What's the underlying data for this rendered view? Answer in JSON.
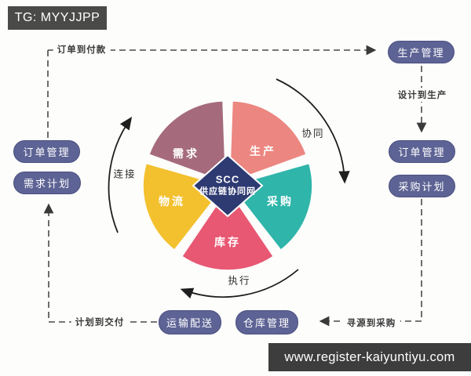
{
  "banners": {
    "top": {
      "text": "TG: MYYJJPP",
      "bg": "#4a4a48"
    },
    "bottom": {
      "text": "www.register-kaiyuntiyu.com",
      "bg": "#3d3d3d"
    }
  },
  "wheel": {
    "hub": {
      "line1": "SCC",
      "line2": "供应链协同网",
      "color": "#2e3a72"
    },
    "segments": {
      "demand": {
        "label": "需求",
        "color": "#a56b7c"
      },
      "production": {
        "label": "生产",
        "color": "#ec8680"
      },
      "procurement": {
        "label": "采购",
        "color": "#2fb5aa"
      },
      "inventory": {
        "label": "库存",
        "color": "#e85873"
      },
      "logistics": {
        "label": "物流",
        "color": "#f3c02e"
      }
    },
    "phases": {
      "collaborate": "协同",
      "connect": "连接",
      "execute": "执行"
    }
  },
  "nodes": {
    "production_mgmt": "生产管理",
    "order_mgmt_right": "订单管理",
    "procurement_plan": "采购计划",
    "order_mgmt_left": "订单管理",
    "demand_plan": "需求计划",
    "transport_delivery": "运输配送",
    "warehouse_mgmt": "仓库管理"
  },
  "flows": {
    "order_to_payment": "订单到付款",
    "design_to_production": "设计到生产",
    "source_to_procurement": "寻源到采购",
    "plan_to_delivery": "计划到交付"
  },
  "colors": {
    "node_bg": "#5d6394",
    "node_border": "#4a507f",
    "connector": "#3a3a3a",
    "arc": "#1e1e1e"
  }
}
